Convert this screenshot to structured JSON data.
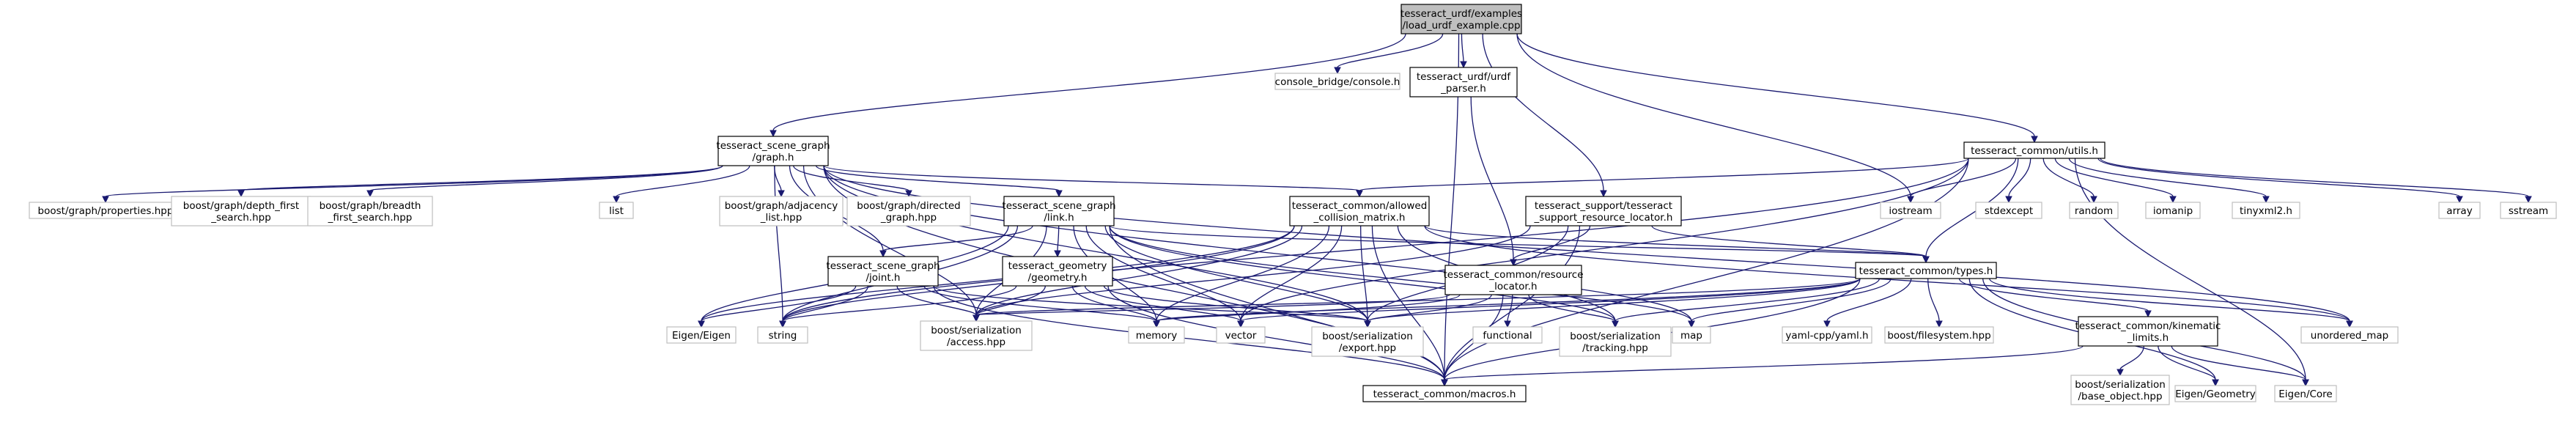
{
  "graph": {
    "colors": {
      "edge": "#191970",
      "root_fill": "#bfbfbf",
      "external_border": "#bfbfbf",
      "node_border": "#000000"
    },
    "nodes": [
      {
        "id": "load_urdf",
        "kind": "root",
        "lines": [
          "tesseract_urdf/examples",
          "/load_urdf_example.cpp"
        ]
      },
      {
        "id": "console_bridge",
        "kind": "ext",
        "lines": [
          "console_bridge/console.h"
        ]
      },
      {
        "id": "urdf_parser",
        "kind": "main",
        "lines": [
          "tesseract_urdf/urdf",
          "_parser.h"
        ]
      },
      {
        "id": "scene_graph",
        "kind": "main",
        "lines": [
          "tesseract_scene_graph",
          "/graph.h"
        ]
      },
      {
        "id": "utils",
        "kind": "main",
        "lines": [
          "tesseract_common/utils.h"
        ]
      },
      {
        "id": "bg_props",
        "kind": "ext",
        "lines": [
          "boost/graph/properties.hpp"
        ]
      },
      {
        "id": "bg_dfs",
        "kind": "ext",
        "lines": [
          "boost/graph/depth_first",
          "_search.hpp"
        ]
      },
      {
        "id": "bg_bfs",
        "kind": "ext",
        "lines": [
          "boost/graph/breadth",
          "_first_search.hpp"
        ]
      },
      {
        "id": "list",
        "kind": "ext",
        "lines": [
          "list"
        ]
      },
      {
        "id": "bg_adj",
        "kind": "ext",
        "lines": [
          "boost/graph/adjacency",
          "_list.hpp"
        ]
      },
      {
        "id": "bg_dir",
        "kind": "ext",
        "lines": [
          "boost/graph/directed",
          "_graph.hpp"
        ]
      },
      {
        "id": "link",
        "kind": "main",
        "lines": [
          "tesseract_scene_graph",
          "/link.h"
        ]
      },
      {
        "id": "acm",
        "kind": "main",
        "lines": [
          "tesseract_common/allowed",
          "_collision_matrix.h"
        ]
      },
      {
        "id": "srl",
        "kind": "main",
        "lines": [
          "tesseract_support/tesseract",
          "_support_resource_locator.h"
        ]
      },
      {
        "id": "iostream",
        "kind": "ext",
        "lines": [
          "iostream"
        ]
      },
      {
        "id": "stdexcept",
        "kind": "ext",
        "lines": [
          "stdexcept"
        ]
      },
      {
        "id": "random",
        "kind": "ext",
        "lines": [
          "random"
        ]
      },
      {
        "id": "iomanip",
        "kind": "ext",
        "lines": [
          "iomanip"
        ]
      },
      {
        "id": "tinyxml2",
        "kind": "ext",
        "lines": [
          "tinyxml2.h"
        ]
      },
      {
        "id": "array",
        "kind": "ext",
        "lines": [
          "array"
        ]
      },
      {
        "id": "sstream",
        "kind": "ext",
        "lines": [
          "sstream"
        ]
      },
      {
        "id": "joint",
        "kind": "main",
        "lines": [
          "tesseract_scene_graph",
          "/joint.h"
        ]
      },
      {
        "id": "geometry",
        "kind": "main",
        "lines": [
          "tesseract_geometry",
          "/geometry.h"
        ]
      },
      {
        "id": "res_loc",
        "kind": "main",
        "lines": [
          "tesseract_common/resource",
          "_locator.h"
        ]
      },
      {
        "id": "types",
        "kind": "main",
        "lines": [
          "tesseract_common/types.h"
        ]
      },
      {
        "id": "eigen",
        "kind": "ext",
        "lines": [
          "Eigen/Eigen"
        ]
      },
      {
        "id": "string",
        "kind": "ext",
        "lines": [
          "string"
        ]
      },
      {
        "id": "access",
        "kind": "ext",
        "lines": [
          "boost/serialization",
          "/access.hpp"
        ]
      },
      {
        "id": "memory",
        "kind": "ext",
        "lines": [
          "memory"
        ]
      },
      {
        "id": "vector",
        "kind": "ext",
        "lines": [
          "vector"
        ]
      },
      {
        "id": "export",
        "kind": "ext",
        "lines": [
          "boost/serialization",
          "/export.hpp"
        ]
      },
      {
        "id": "functional",
        "kind": "ext",
        "lines": [
          "functional"
        ]
      },
      {
        "id": "tracking",
        "kind": "ext",
        "lines": [
          "boost/serialization",
          "/tracking.hpp"
        ]
      },
      {
        "id": "map",
        "kind": "ext",
        "lines": [
          "map"
        ]
      },
      {
        "id": "yaml",
        "kind": "ext",
        "lines": [
          "yaml-cpp/yaml.h"
        ]
      },
      {
        "id": "bfs_fs",
        "kind": "ext",
        "lines": [
          "boost/filesystem.hpp"
        ]
      },
      {
        "id": "kin_limits",
        "kind": "main",
        "lines": [
          "tesseract_common/kinematic",
          "_limits.h"
        ]
      },
      {
        "id": "umap",
        "kind": "ext",
        "lines": [
          "unordered_map"
        ]
      },
      {
        "id": "macros",
        "kind": "main",
        "lines": [
          "tesseract_common/macros.h"
        ]
      },
      {
        "id": "base_obj",
        "kind": "ext",
        "lines": [
          "boost/serialization",
          "/base_object.hpp"
        ]
      },
      {
        "id": "eigen_geo",
        "kind": "ext",
        "lines": [
          "Eigen/Geometry"
        ]
      },
      {
        "id": "eigen_core",
        "kind": "ext",
        "lines": [
          "Eigen/Core"
        ]
      }
    ],
    "edges": [
      [
        "load_urdf",
        "console_bridge"
      ],
      [
        "load_urdf",
        "urdf_parser"
      ],
      [
        "load_urdf",
        "scene_graph"
      ],
      [
        "load_urdf",
        "utils"
      ],
      [
        "load_urdf",
        "srl"
      ],
      [
        "load_urdf",
        "iostream"
      ],
      [
        "load_urdf",
        "macros"
      ],
      [
        "urdf_parser",
        "res_loc"
      ],
      [
        "scene_graph",
        "bg_props"
      ],
      [
        "scene_graph",
        "bg_dfs"
      ],
      [
        "scene_graph",
        "bg_bfs"
      ],
      [
        "scene_graph",
        "list"
      ],
      [
        "scene_graph",
        "bg_adj"
      ],
      [
        "scene_graph",
        "bg_dir"
      ],
      [
        "scene_graph",
        "link"
      ],
      [
        "scene_graph",
        "acm"
      ],
      [
        "scene_graph",
        "joint"
      ],
      [
        "scene_graph",
        "string"
      ],
      [
        "scene_graph",
        "macros"
      ],
      [
        "scene_graph",
        "export"
      ],
      [
        "scene_graph",
        "map"
      ],
      [
        "scene_graph",
        "umap"
      ],
      [
        "scene_graph",
        "access"
      ],
      [
        "utils",
        "iostream"
      ],
      [
        "utils",
        "stdexcept"
      ],
      [
        "utils",
        "random"
      ],
      [
        "utils",
        "iomanip"
      ],
      [
        "utils",
        "tinyxml2"
      ],
      [
        "utils",
        "array"
      ],
      [
        "utils",
        "sstream"
      ],
      [
        "utils",
        "types"
      ],
      [
        "utils",
        "macros"
      ],
      [
        "utils",
        "eigen_core"
      ],
      [
        "utils",
        "vector"
      ],
      [
        "utils",
        "string"
      ],
      [
        "utils",
        "acm"
      ],
      [
        "link",
        "eigen"
      ],
      [
        "link",
        "string"
      ],
      [
        "link",
        "memory"
      ],
      [
        "link",
        "vector"
      ],
      [
        "link",
        "geometry"
      ],
      [
        "link",
        "joint"
      ],
      [
        "link",
        "access"
      ],
      [
        "link",
        "export"
      ],
      [
        "link",
        "tracking"
      ],
      [
        "link",
        "macros"
      ],
      [
        "link",
        "map"
      ],
      [
        "link",
        "types"
      ],
      [
        "acm",
        "eigen"
      ],
      [
        "acm",
        "string"
      ],
      [
        "acm",
        "memory"
      ],
      [
        "acm",
        "vector"
      ],
      [
        "acm",
        "types"
      ],
      [
        "acm",
        "access"
      ],
      [
        "acm",
        "export"
      ],
      [
        "acm",
        "tracking"
      ],
      [
        "acm",
        "macros"
      ],
      [
        "acm",
        "umap"
      ],
      [
        "srl",
        "res_loc"
      ],
      [
        "srl",
        "types"
      ],
      [
        "srl",
        "access"
      ],
      [
        "srl",
        "export"
      ],
      [
        "srl",
        "macros"
      ],
      [
        "joint",
        "eigen"
      ],
      [
        "joint",
        "string"
      ],
      [
        "joint",
        "memory"
      ],
      [
        "joint",
        "access"
      ],
      [
        "joint",
        "export"
      ],
      [
        "joint",
        "macros"
      ],
      [
        "geometry",
        "memory"
      ],
      [
        "geometry",
        "vector"
      ],
      [
        "geometry",
        "string"
      ],
      [
        "geometry",
        "access"
      ],
      [
        "geometry",
        "export"
      ],
      [
        "geometry",
        "macros"
      ],
      [
        "res_loc",
        "functional"
      ],
      [
        "res_loc",
        "memory"
      ],
      [
        "res_loc",
        "access"
      ],
      [
        "res_loc",
        "export"
      ],
      [
        "res_loc",
        "tracking"
      ],
      [
        "res_loc",
        "macros"
      ],
      [
        "types",
        "vector"
      ],
      [
        "types",
        "memory"
      ],
      [
        "types",
        "map"
      ],
      [
        "types",
        "yaml"
      ],
      [
        "types",
        "bfs_fs"
      ],
      [
        "types",
        "kin_limits"
      ],
      [
        "types",
        "umap"
      ],
      [
        "types",
        "access"
      ],
      [
        "types",
        "export"
      ],
      [
        "types",
        "tracking"
      ],
      [
        "types",
        "macros"
      ],
      [
        "types",
        "eigen_geo"
      ],
      [
        "types",
        "eigen_core"
      ],
      [
        "kin_limits",
        "base_obj"
      ],
      [
        "kin_limits",
        "eigen_geo"
      ],
      [
        "kin_limits",
        "eigen_core"
      ],
      [
        "kin_limits",
        "macros"
      ]
    ]
  }
}
